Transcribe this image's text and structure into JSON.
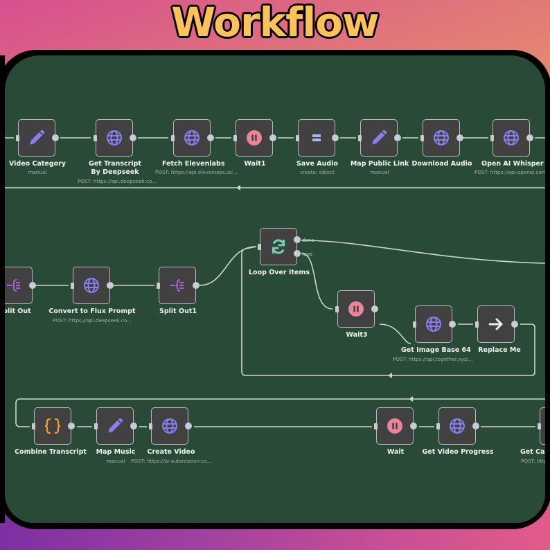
{
  "title": "Workflow",
  "colors": {
    "canvas": "#284a36",
    "node": "#414141",
    "edge": "#cfd6d0",
    "globe": "#8a7ff0",
    "pencil": "#8a7ff0",
    "wait": "#ec8597",
    "loop": "#6ed3b4",
    "split": "#a964d8",
    "code": "#f0a030",
    "save": "#a8b8f0"
  },
  "nodes": {
    "video_category": {
      "label": "Video Category",
      "sub": "manual",
      "icon": "pencil-icon"
    },
    "get_transcript": {
      "label": "Get Transcript By Deepseek",
      "sub": "POST: https://api.deepseek.co...",
      "icon": "globe-icon"
    },
    "fetch_elevenlabs": {
      "label": "Fetch Elevenlabs",
      "sub": "POST: https://api.elevenlabs.io/...",
      "icon": "globe-icon"
    },
    "wait1": {
      "label": "Wait1",
      "icon": "pause-icon"
    },
    "save_audio": {
      "label": "Save Audio",
      "sub": "create: object",
      "icon": "database-icon"
    },
    "map_public_link": {
      "label": "Map Public Link",
      "sub": "manual",
      "icon": "pencil-icon"
    },
    "download_audio": {
      "label": "Download Audio",
      "icon": "globe-icon"
    },
    "open_ai_whisper": {
      "label": "Open AI Whisper",
      "sub": "POST: https://api.openai.com/...",
      "icon": "globe-icon"
    },
    "split_out": {
      "label": "Split Out",
      "icon": "split-icon"
    },
    "convert_flux": {
      "label": "Convert to Flux Prompt",
      "sub": "POST: https://api.deepseek.co...",
      "icon": "globe-icon"
    },
    "split_out1": {
      "label": "Split Out1",
      "icon": "split-icon"
    },
    "loop_over_items": {
      "label": "Loop Over Items",
      "icon": "loop-icon",
      "outputs": [
        "done",
        "loop"
      ]
    },
    "wait3": {
      "label": "Wait3",
      "icon": "pause-icon"
    },
    "get_image_base64": {
      "label": "Get Image Base 64",
      "sub": "POST: https://api.together.xyz/...",
      "icon": "globe-icon"
    },
    "replace_me": {
      "label": "Replace Me",
      "icon": "arrow-right-icon"
    },
    "combine_transcript": {
      "label": "Combine Transcript",
      "icon": "code-braces-icon"
    },
    "map_music": {
      "label": "Map Music",
      "sub": "manual",
      "icon": "pencil-icon"
    },
    "create_video": {
      "label": "Create Video",
      "sub": "POST: https://ai-automation-co...",
      "icon": "globe-icon"
    },
    "wait": {
      "label": "Wait",
      "icon": "pause-icon"
    },
    "get_video_progress": {
      "label": "Get Video Progress",
      "icon": "globe-icon"
    },
    "get_captions": {
      "label": "Get Cap",
      "sub": "POST: http",
      "icon": "globe-icon"
    }
  }
}
